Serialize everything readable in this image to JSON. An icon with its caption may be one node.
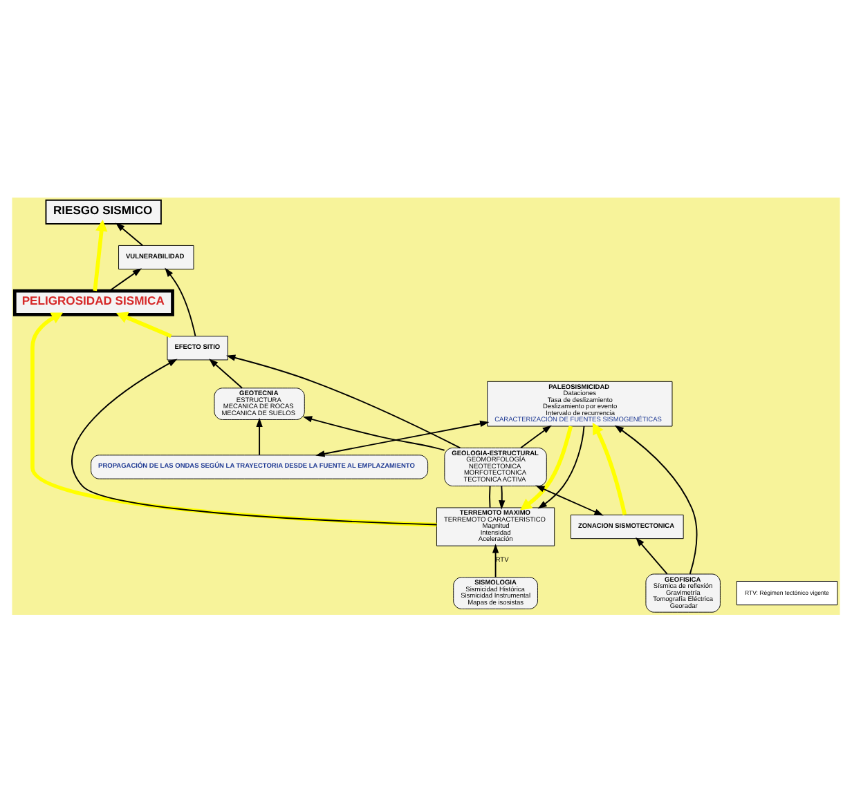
{
  "diagram": {
    "nodes": [
      {
        "text": [
          "RIESGO SISMICO"
        ]
      },
      {
        "text": [
          "VULNERABILIDAD"
        ]
      },
      {
        "text": [
          "PELIGROSIDAD SISMICA"
        ]
      },
      {
        "text": [
          "EFECTO SITIO"
        ]
      },
      {
        "text": [
          "TERREMOTO MAXIMO",
          "TERREMOTO CARACTERISTICO",
          "Magnitud",
          "Intensidad",
          "Aceleración"
        ]
      },
      {
        "text": [
          "PALEOSISMICIDAD",
          "Dataciones",
          "Tasa de deslizamiento",
          "Deslizamiento por evento",
          "Intervalo de recurrencia",
          "CARACTERIZACIÓN DE FUENTES SISMOGENÉTICAS"
        ]
      },
      {
        "text": [
          "GEOTECNIA",
          "ESTRUCTURA",
          "MECANICA DE ROCAS",
          "MECANICA DE SUELOS"
        ]
      },
      {
        "text": [
          "PROPAGACIÓN DE LAS ONDAS SEGÚN LA TRAYECTORIA DESDE LA FUENTE AL EMPLAZAMIENTO"
        ]
      },
      {
        "text": [
          "ZONACION SISMOTECTONICA"
        ]
      },
      {
        "text": [
          "GEOFISICA",
          "Sísmica de reflexión",
          "Gravimetría",
          "Tomografía Eléctrica",
          "Georadar"
        ]
      },
      {
        "text": [
          "SISMOLOGIA",
          "Sismicidad Histórica",
          "Sismicidad Instrumental",
          "Mapas de isosistas"
        ]
      },
      {
        "text": [
          "GEOLOGIA-ESTRUCTURAL",
          "GEOMORFOLOGÍA",
          "NEOTECTONICA",
          "MORFOTECTONICA",
          "TECTONICA ACTIVA"
        ]
      }
    ],
    "edges": [
      {
        "from": 1,
        "to": 0,
        "arrow": "to"
      },
      {
        "from": 2,
        "to": 0,
        "arrow": "to",
        "style": "thick",
        "color": "#ffff00"
      },
      {
        "from": 2,
        "to": 1,
        "arrow": "to"
      },
      {
        "from": 3,
        "to": 1,
        "arrow": "to"
      },
      {
        "from": 3,
        "to": 2,
        "arrow": "to",
        "style": "thick",
        "color": "#ffff00"
      },
      {
        "from": 4,
        "to": 2,
        "arrow": "to",
        "style": "thick",
        "color": "#ffff00"
      },
      {
        "from": 4,
        "to": 3,
        "arrow": "to"
      },
      {
        "from": 5,
        "to": 4,
        "arrow": "to",
        "style": "thick",
        "color": "#ffff00"
      },
      {
        "from": 8,
        "to": 5,
        "arrow": "to",
        "style": "thick",
        "color": "#ffff00"
      },
      {
        "from": 6,
        "to": 3,
        "arrow": "to"
      },
      {
        "from": 7,
        "to": 6,
        "arrow": "to"
      },
      {
        "from": 11,
        "to": 3,
        "arrow": "to"
      },
      {
        "from": 11,
        "to": 4,
        "arrow": "to"
      },
      {
        "from": 11,
        "to": 5,
        "arrow": "to"
      },
      {
        "from": 4,
        "to": 11,
        "arrow": "none"
      },
      {
        "from": 11,
        "to": 6,
        "arrow": "to"
      },
      {
        "from": 8,
        "to": 11,
        "arrow": "both"
      },
      {
        "from": 7,
        "to": 5,
        "arrow": "both"
      },
      {
        "from": 9,
        "to": 5,
        "arrow": "to"
      },
      {
        "from": 9,
        "to": 8,
        "arrow": "to"
      },
      {
        "from": 10,
        "to": 4,
        "arrow": "to",
        "label": "RTV"
      },
      {
        "from": 5,
        "to": 4,
        "arrow": "to"
      }
    ],
    "labels": [
      "RTV: Régimen tectónico vigente"
    ]
  }
}
